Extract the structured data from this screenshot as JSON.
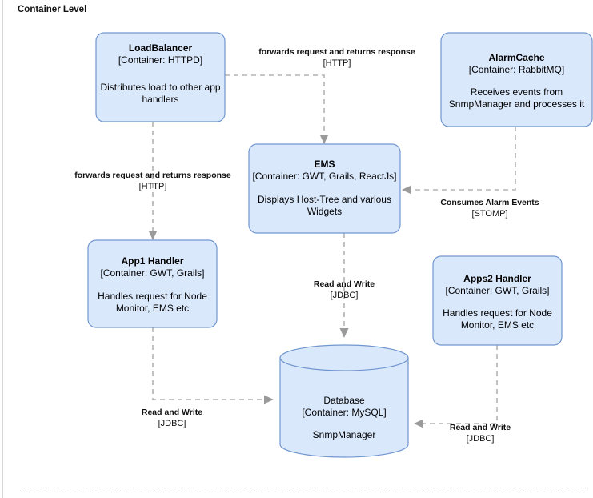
{
  "diagram": {
    "title": "Container Level",
    "accent_fill": "#dae8fc",
    "accent_stroke": "#7096cf",
    "edge_color": "#b3b3b3",
    "arrow_color": "#9a9a9a",
    "nodes": [
      {
        "id": "loadbalancer",
        "name": "LoadBalancer",
        "tech": "[Container: HTTPD]",
        "desc_line1": "Distributes load to other app",
        "desc_line2": "handlers",
        "shape": "rounded-rect"
      },
      {
        "id": "alarmcache",
        "name": "AlarmCache",
        "tech": "[Container: RabbitMQ]",
        "desc_line1": "Receives events from",
        "desc_line2": "SnmpManager and processes it",
        "shape": "rounded-rect"
      },
      {
        "id": "ems",
        "name": "EMS",
        "tech": "[Container: GWT, Grails, ReactJs]",
        "desc_line1": "Displays Host-Tree and various",
        "desc_line2": "Widgets",
        "shape": "rounded-rect"
      },
      {
        "id": "app1handler",
        "name": "App1 Handler",
        "tech": "[Container: GWT, Grails]",
        "desc_line1": "Handles request for Node",
        "desc_line2": "Monitor, EMS etc",
        "shape": "rounded-rect"
      },
      {
        "id": "apps2handler",
        "name": "Apps2 Handler",
        "tech": "[Container: GWT, Grails]",
        "desc_line1": "Handles request for Node",
        "desc_line2": "Monitor, EMS etc",
        "shape": "rounded-rect"
      },
      {
        "id": "database",
        "name": "Database",
        "tech": "[Container: MySQL]",
        "desc_line1": "SnmpManager",
        "desc_line2": "",
        "shape": "cylinder"
      }
    ],
    "edges": [
      {
        "id": "lb-to-ems",
        "from": "loadbalancer",
        "to": "ems",
        "label": "forwards request and returns response",
        "protocol": "[HTTP]"
      },
      {
        "id": "lb-to-app1",
        "from": "loadbalancer",
        "to": "app1handler",
        "label": "forwards request and returns response",
        "protocol": "[HTTP]"
      },
      {
        "id": "alarmcache-to-ems",
        "from": "alarmcache",
        "to": "ems",
        "label": "Consumes Alarm Events",
        "protocol": "[STOMP]"
      },
      {
        "id": "ems-to-db",
        "from": "ems",
        "to": "database",
        "label": "Read and Write",
        "protocol": "[JDBC]"
      },
      {
        "id": "app1-to-db",
        "from": "app1handler",
        "to": "database",
        "label": "Read and Write",
        "protocol": "[JDBC]"
      },
      {
        "id": "apps2-to-db",
        "from": "apps2handler",
        "to": "database",
        "label": "Read and Write",
        "protocol": "[JDBC]"
      }
    ]
  }
}
